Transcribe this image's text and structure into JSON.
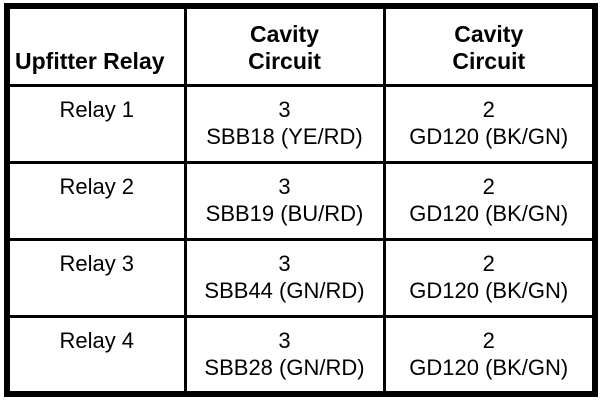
{
  "colors": {
    "background": "#ffffff",
    "border": "#000000",
    "text": "#000000"
  },
  "table": {
    "title_semantic": "Upfitter Relay Cavity Circuit Table",
    "header": {
      "col1": "Upfitter Relay",
      "col2_line1": "Cavity",
      "col2_line2": "Circuit",
      "col3_line1": "Cavity",
      "col3_line2": "Circuit"
    },
    "rows": [
      {
        "relay": "Relay 1",
        "cavity_a": "3",
        "circuit_a": "SBB18 (YE/RD)",
        "cavity_b": "2",
        "circuit_b": "GD120 (BK/GN)"
      },
      {
        "relay": "Relay 2",
        "cavity_a": "3",
        "circuit_a": "SBB19 (BU/RD)",
        "cavity_b": "2",
        "circuit_b": "GD120 (BK/GN)"
      },
      {
        "relay": "Relay 3",
        "cavity_a": "3",
        "circuit_a": "SBB44 (GN/RD)",
        "cavity_b": "2",
        "circuit_b": "GD120 (BK/GN)"
      },
      {
        "relay": "Relay 4",
        "cavity_a": "3",
        "circuit_a": "SBB28 (GN/RD)",
        "cavity_b": "2",
        "circuit_b": "GD120 (BK/GN)"
      }
    ]
  }
}
